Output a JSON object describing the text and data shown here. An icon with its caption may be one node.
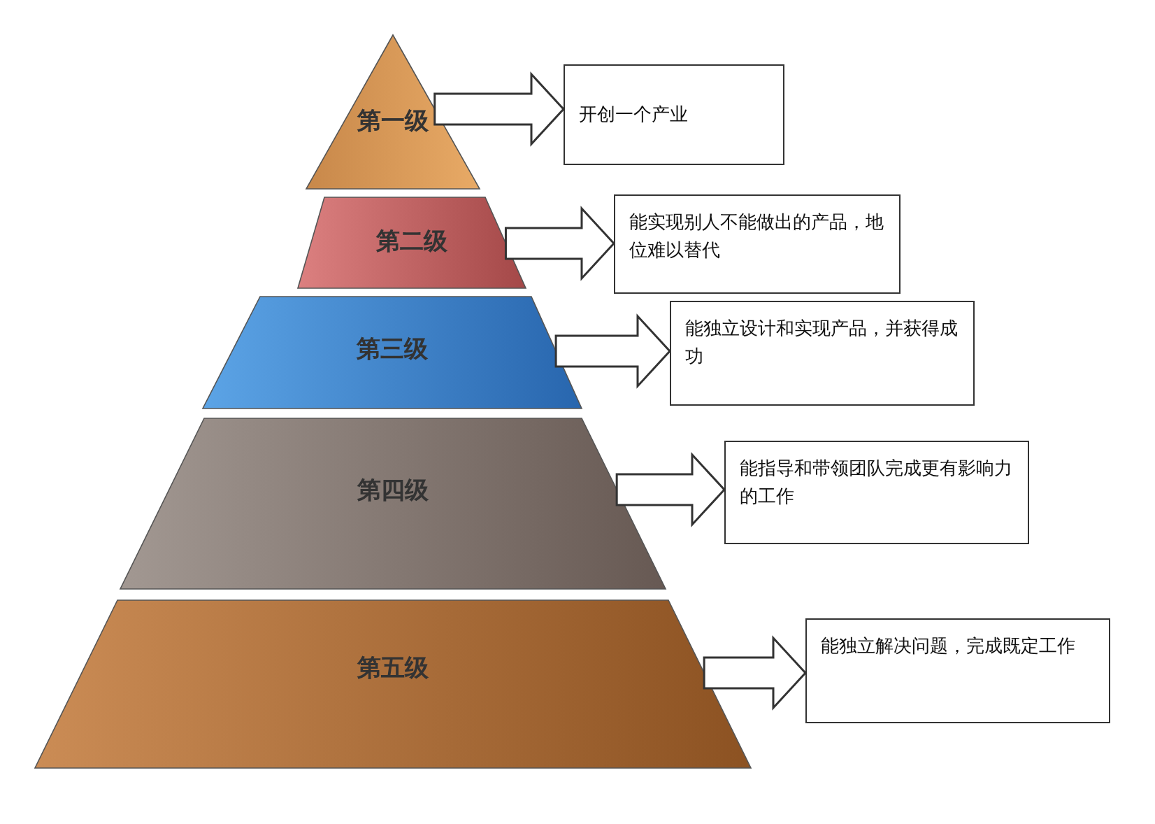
{
  "diagram": {
    "nodes": [
      {
        "text": [
          "第一级"
        ]
      },
      {
        "text": [
          "第二级"
        ]
      },
      {
        "text": [
          "第三级"
        ]
      },
      {
        "text": [
          "第四级"
        ]
      },
      {
        "text": [
          "第五级"
        ]
      },
      {
        "text": [
          "开创一个产业"
        ]
      },
      {
        "text": [
          "能实现别人不能做出的产品，地位难以替代"
        ]
      },
      {
        "text": [
          "能独立设计和实现产品，并获得成功"
        ]
      },
      {
        "text": [
          "能指导和带领团队完成更有影响力的工作"
        ]
      },
      {
        "text": [
          "能独立解决问题，完成既定工作"
        ]
      }
    ],
    "edges": [
      {
        "from": 0,
        "to": 5,
        "arrow": "to"
      },
      {
        "from": 1,
        "to": 6,
        "arrow": "to"
      },
      {
        "from": 2,
        "to": 7,
        "arrow": "to"
      },
      {
        "from": 3,
        "to": 8,
        "arrow": "to"
      },
      {
        "from": 4,
        "to": 9,
        "arrow": "to"
      }
    ]
  }
}
